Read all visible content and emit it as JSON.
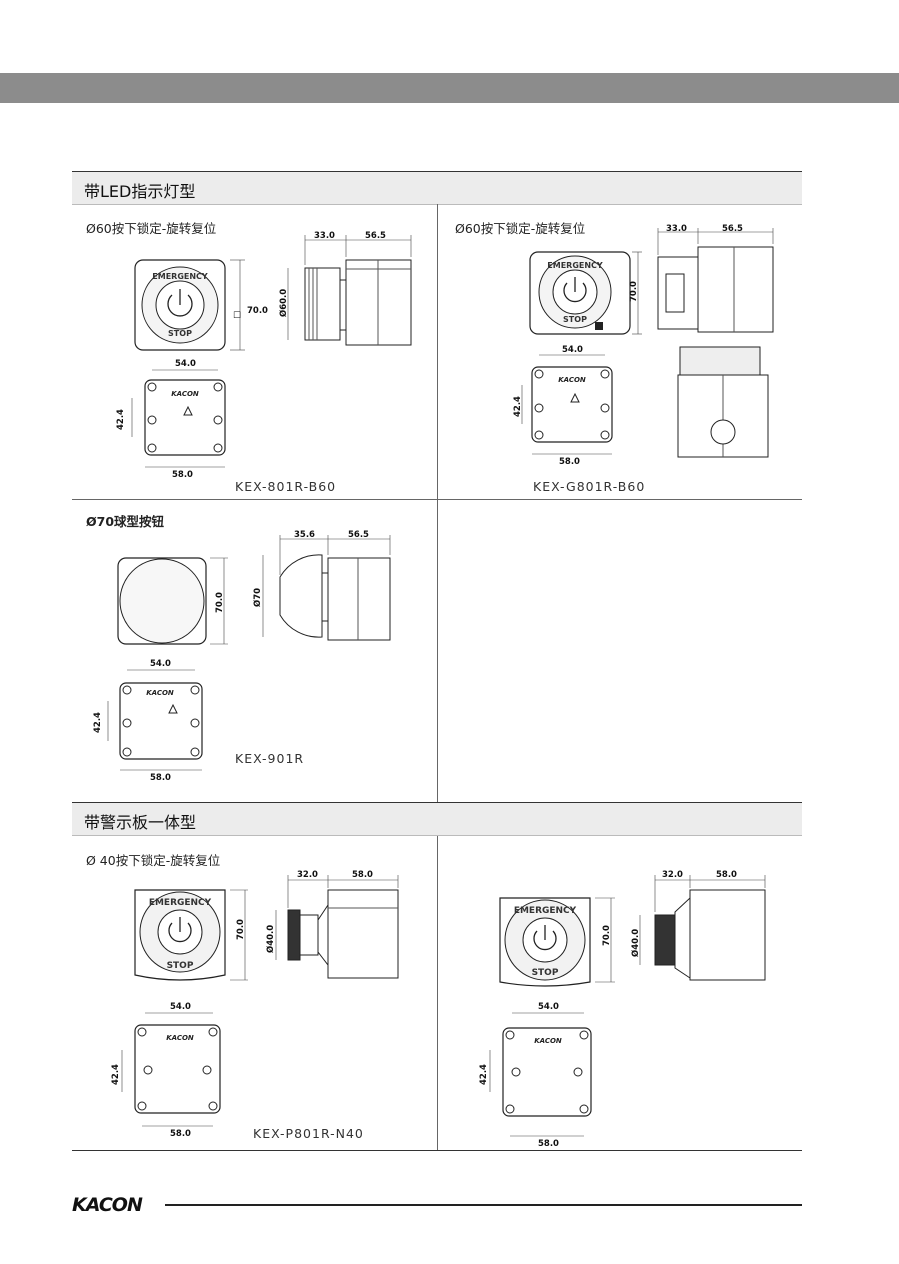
{
  "sections": [
    {
      "title": "带LED指示灯型"
    },
    {
      "title": "带警示板一体型"
    }
  ],
  "cells": [
    {
      "title": "Ø60按下锁定-旋转复位",
      "model": "KEX-801R-B60",
      "dims": {
        "depth_a": "33.0",
        "depth_b": "56.5",
        "height": "70.0",
        "dia": "Ø60.0",
        "w_top": "54.0",
        "w_bot": "58.0",
        "h_hole": "42.4"
      }
    },
    {
      "title": "Ø60按下锁定-旋转复位",
      "model": "KEX-G801R-B60",
      "dims": {
        "depth_a": "33.0",
        "depth_b": "56.5",
        "height": "70.0",
        "w_top": "54.0",
        "w_bot": "58.0",
        "h_hole": "42.4"
      }
    },
    {
      "title": "Ø70球型按钮",
      "model": "KEX-901R",
      "dims": {
        "depth_a": "35.6",
        "depth_b": "56.5",
        "height": "70.0",
        "dia": "Ø70",
        "w_top": "54.0",
        "w_bot": "58.0",
        "h_hole": "42.4"
      }
    },
    {
      "title": "Ø 40按下锁定-旋转复位",
      "model": "KEX-P801R-N40",
      "dims": {
        "depth_a": "32.0",
        "depth_b": "58.0",
        "height": "70.0",
        "dia": "Ø40.0",
        "w_top": "54.0",
        "w_bot": "58.0",
        "h_hole": "42.4"
      }
    },
    {
      "title": "",
      "model": "",
      "dims": {
        "depth_a": "32.0",
        "depth_b": "58.0",
        "height": "70.0",
        "dia": "Ø40.0",
        "w_top": "54.0",
        "w_bot": "58.0",
        "h_hole": "42.4"
      }
    }
  ],
  "labels": {
    "emergency": "EMERGENCY",
    "stop": "STOP",
    "brand_small": "KACON",
    "box_symbol": "□"
  },
  "footer": {
    "logo": "KACON"
  }
}
